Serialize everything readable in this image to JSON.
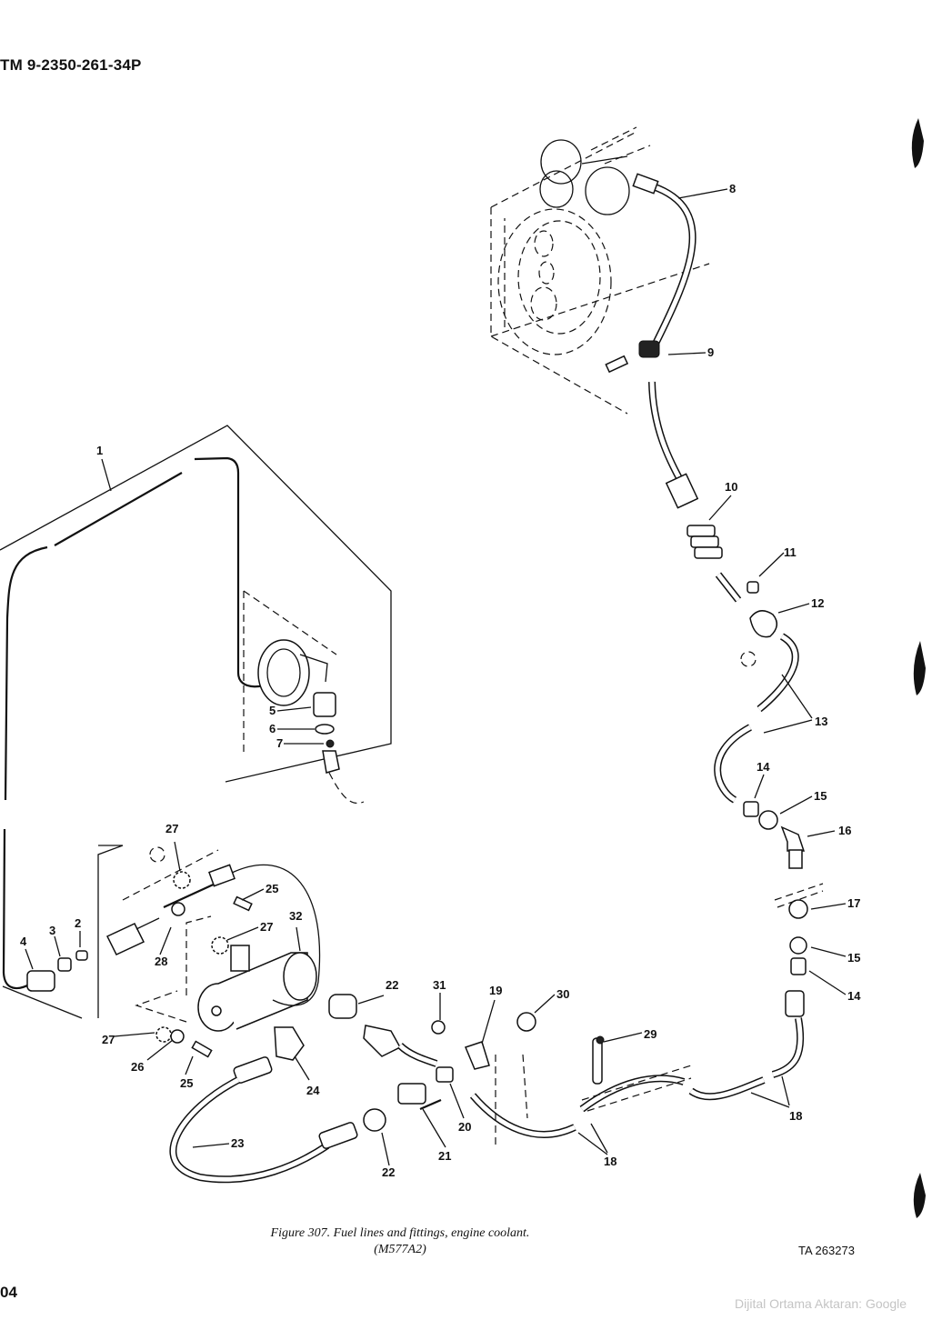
{
  "header": {
    "doc_number": "TM 9-2350-261-34P"
  },
  "page": {
    "number": "04"
  },
  "figure": {
    "caption_line1": "Figure 307.  Fuel lines and fittings, engine coolant.",
    "caption_line2": "(M577A2)",
    "ta_number": "TA 263273"
  },
  "callouts": [
    "1",
    "2",
    "3",
    "4",
    "5",
    "6",
    "7",
    "8",
    "9",
    "10",
    "11",
    "12",
    "13",
    "14",
    "15",
    "16",
    "17",
    "15",
    "14",
    "18",
    "18",
    "29",
    "30",
    "19",
    "31",
    "20",
    "21",
    "22",
    "22",
    "23",
    "24",
    "25",
    "25",
    "26",
    "27",
    "27",
    "27",
    "28",
    "32"
  ],
  "credit": "Dijital Ortama Aktaran: Google"
}
